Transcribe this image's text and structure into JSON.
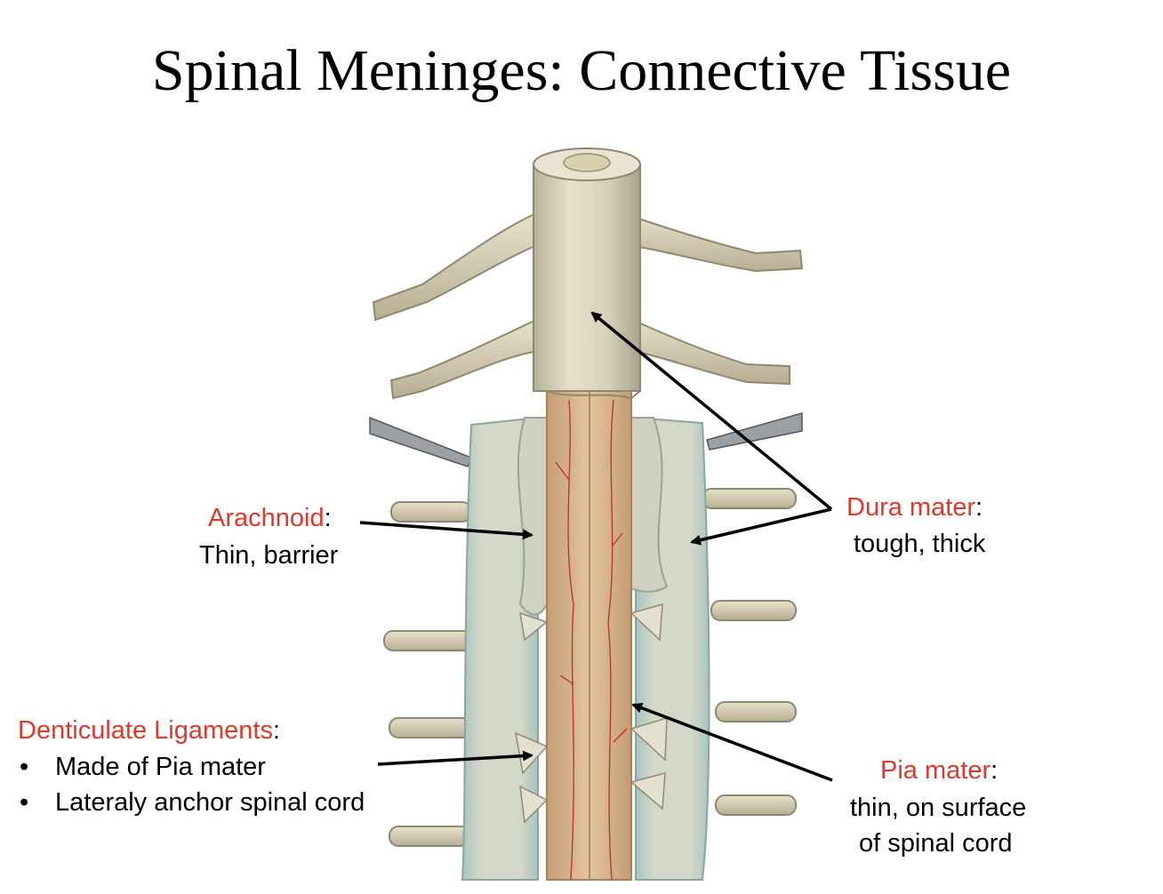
{
  "title": "Spinal Meninges: Connective Tissue",
  "labels": {
    "arachnoid": {
      "name": "Arachnoid",
      "colon": ":",
      "desc": "Thin, barrier"
    },
    "dura": {
      "name": "Dura mater",
      "colon": ":",
      "desc": "tough, thick"
    },
    "denticulate": {
      "name": "Denticulate Ligaments",
      "colon": ":",
      "bullets": [
        "Made of Pia mater",
        "Lateraly anchor spinal cord"
      ]
    },
    "pia": {
      "name": "Pia mater",
      "colon": ":",
      "desc_line1": "thin, on surface",
      "desc_line2": "of spinal cord"
    }
  },
  "colors": {
    "label_red": "#e0382c",
    "text": "#000000",
    "dura": "#d9d3bd",
    "pia": "#d8b58f",
    "arachnoid": "#a9c3bc"
  }
}
